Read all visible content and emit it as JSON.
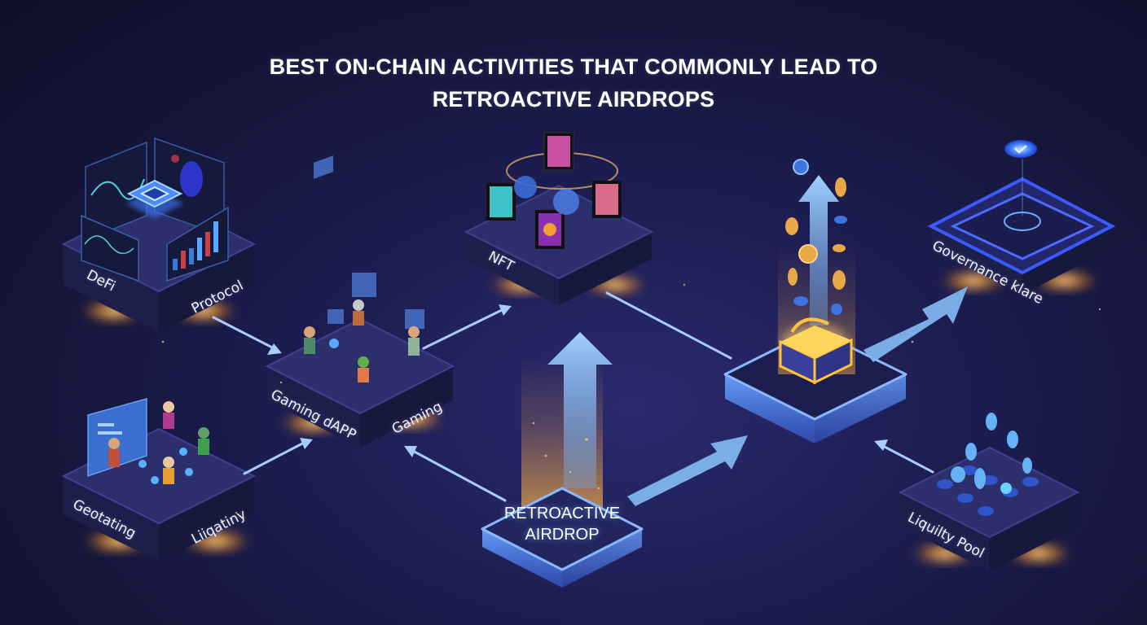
{
  "title": {
    "line1": "BEST ON-CHAIN ACTIVITIES THAT COMMONLY LEAD TO",
    "line2": "RETROACTIVE AIRDROPS"
  },
  "nodes": {
    "defi": {
      "label_left": "DeFi",
      "label_right": "Protocol",
      "icon": "dashboard-hologram-icon"
    },
    "gaming": {
      "label_left": "Gaming dAPP",
      "label_right": "Gaming",
      "icon": "players-icon"
    },
    "nft": {
      "label_left": "NFT",
      "icon": "nft-frames-icon"
    },
    "community": {
      "label_left": "Geotating",
      "label_right": "Liiqatiny",
      "icon": "community-people-icon"
    },
    "airdrop": {
      "label_line1": "RETROACTIVE",
      "label_line2": "AIRDROP",
      "icon": "airdrop-platform-icon"
    },
    "treasure": {
      "icon": "treasure-chest-icon"
    },
    "governance": {
      "label": "Governance klare",
      "icon": "vote-check-icon"
    },
    "liquidity": {
      "label": "Liquilty Pool",
      "icon": "coin-pool-icon"
    }
  },
  "colors": {
    "background": "#141436",
    "platform_top": "#2c2f6b",
    "platform_side": "#1b1c45",
    "accent_blue": "#5aa8ff",
    "arrow_blue": "#7fb6f0",
    "glow_gold": "#ffb347"
  }
}
